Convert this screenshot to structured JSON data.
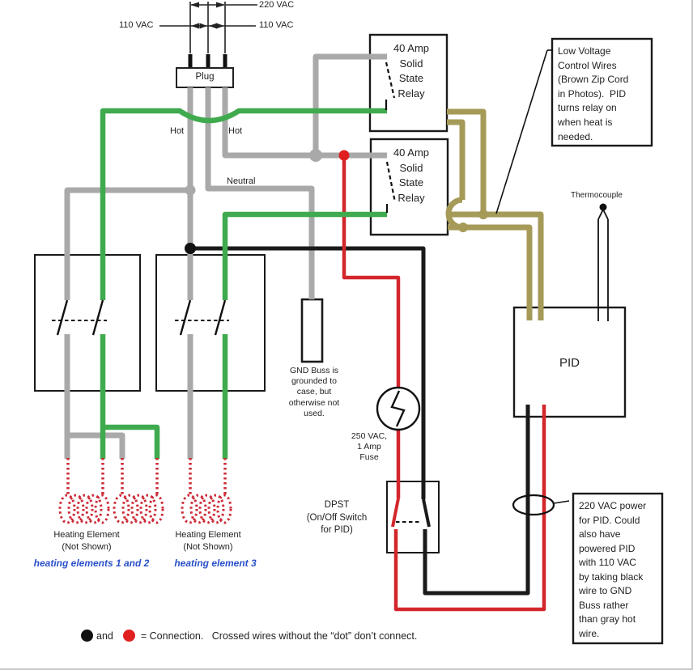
{
  "labels": {
    "v220": "220 VAC",
    "v110_left": "110 VAC",
    "v110_right": "110 VAC",
    "plug": "Plug",
    "hot_left": "Hot",
    "hot_right": "Hot",
    "neutral": "Neutral",
    "pid": "PID",
    "thermocouple": "Thermocouple"
  },
  "relays": {
    "relay1": "40 Amp\nSolid\nState\nRelay",
    "relay2": "40 Amp\nSolid\nState\nRelay"
  },
  "notes": {
    "low_voltage": "Low Voltage\nControl Wires\n(Brown Zip Cord\nin Photos).  PID\nturns relay on\nwhen heat is\nneeded.",
    "gnd_buss": "GND Buss is\ngrounded to\ncase, but\notherwise not\nused.",
    "fuse": "250 VAC,\n1 Amp\nFuse",
    "dpst": "DPST\n(On/Off Switch\nfor PID)",
    "pid_power": "220 VAC power\nfor PID. Could\nalso have\npowered PID\nwith 110 VAC\nby taking black\nwire to GND\nBuss rather\nthan gray hot\nwire."
  },
  "heating": {
    "element12_label": "Heating Element\n(Not Shown)",
    "element3_label": "Heating Element\n(Not Shown)",
    "element12_sub": "heating elements 1 and 2",
    "element3_sub": "heating element 3"
  },
  "legend": {
    "and_word": "and",
    "text": "= Connection.   Crossed wires without the “dot” don’t connect."
  },
  "colors": {
    "gray_wire": "#a9a9a9",
    "green_wire": "#3faa4e",
    "olive_control_wire": "#a59a57",
    "red_wire": "#d3262b",
    "black_wire": "#1a1a1a",
    "heating_coil_red": "#cc2936",
    "blue_caption": "#2950c8"
  }
}
